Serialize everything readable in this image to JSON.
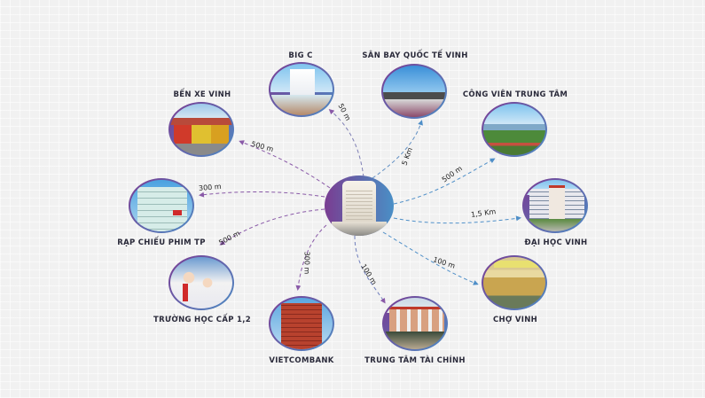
{
  "diagram": {
    "type": "location-map",
    "center": {
      "name": "Project building",
      "icon": "tower-building-icon"
    },
    "destinations": [
      {
        "id": "big-c",
        "label": "BIG C",
        "distance": "50 m"
      },
      {
        "id": "san-bay",
        "label": "SÂN BAY QUỐC TẾ VINH",
        "distance": "5 Km"
      },
      {
        "id": "cong-vien",
        "label": "CÔNG VIÊN TRUNG TÂM",
        "distance": "500 m"
      },
      {
        "id": "dai-hoc",
        "label": "ĐẠI HỌC VINH",
        "distance": "1,5 Km"
      },
      {
        "id": "cho-vinh",
        "label": "CHỢ VINH",
        "distance": "100 m"
      },
      {
        "id": "trung-tam",
        "label": "TRUNG TÂM TÀI CHÍNH",
        "distance": "100 m"
      },
      {
        "id": "vietcombank",
        "label": "VIETCOMBANK",
        "distance": "300 m"
      },
      {
        "id": "truong-hoc",
        "label": "TRƯỜNG HỌC CẤP 1,2",
        "distance": "500 m"
      },
      {
        "id": "rap-chieu",
        "label": "RẠP CHIẾU PHIM TP",
        "distance": "300 m"
      },
      {
        "id": "ben-xe",
        "label": "BẾN XE VINH",
        "distance": "500 m"
      }
    ],
    "colors": {
      "ring_start": "#7a3a92",
      "ring_end": "#4d8cc4",
      "line_purple": "#8a5aa8",
      "line_blue": "#4f8fc8",
      "label_text": "#2a2a3a",
      "background": "#f1f1f1"
    }
  }
}
